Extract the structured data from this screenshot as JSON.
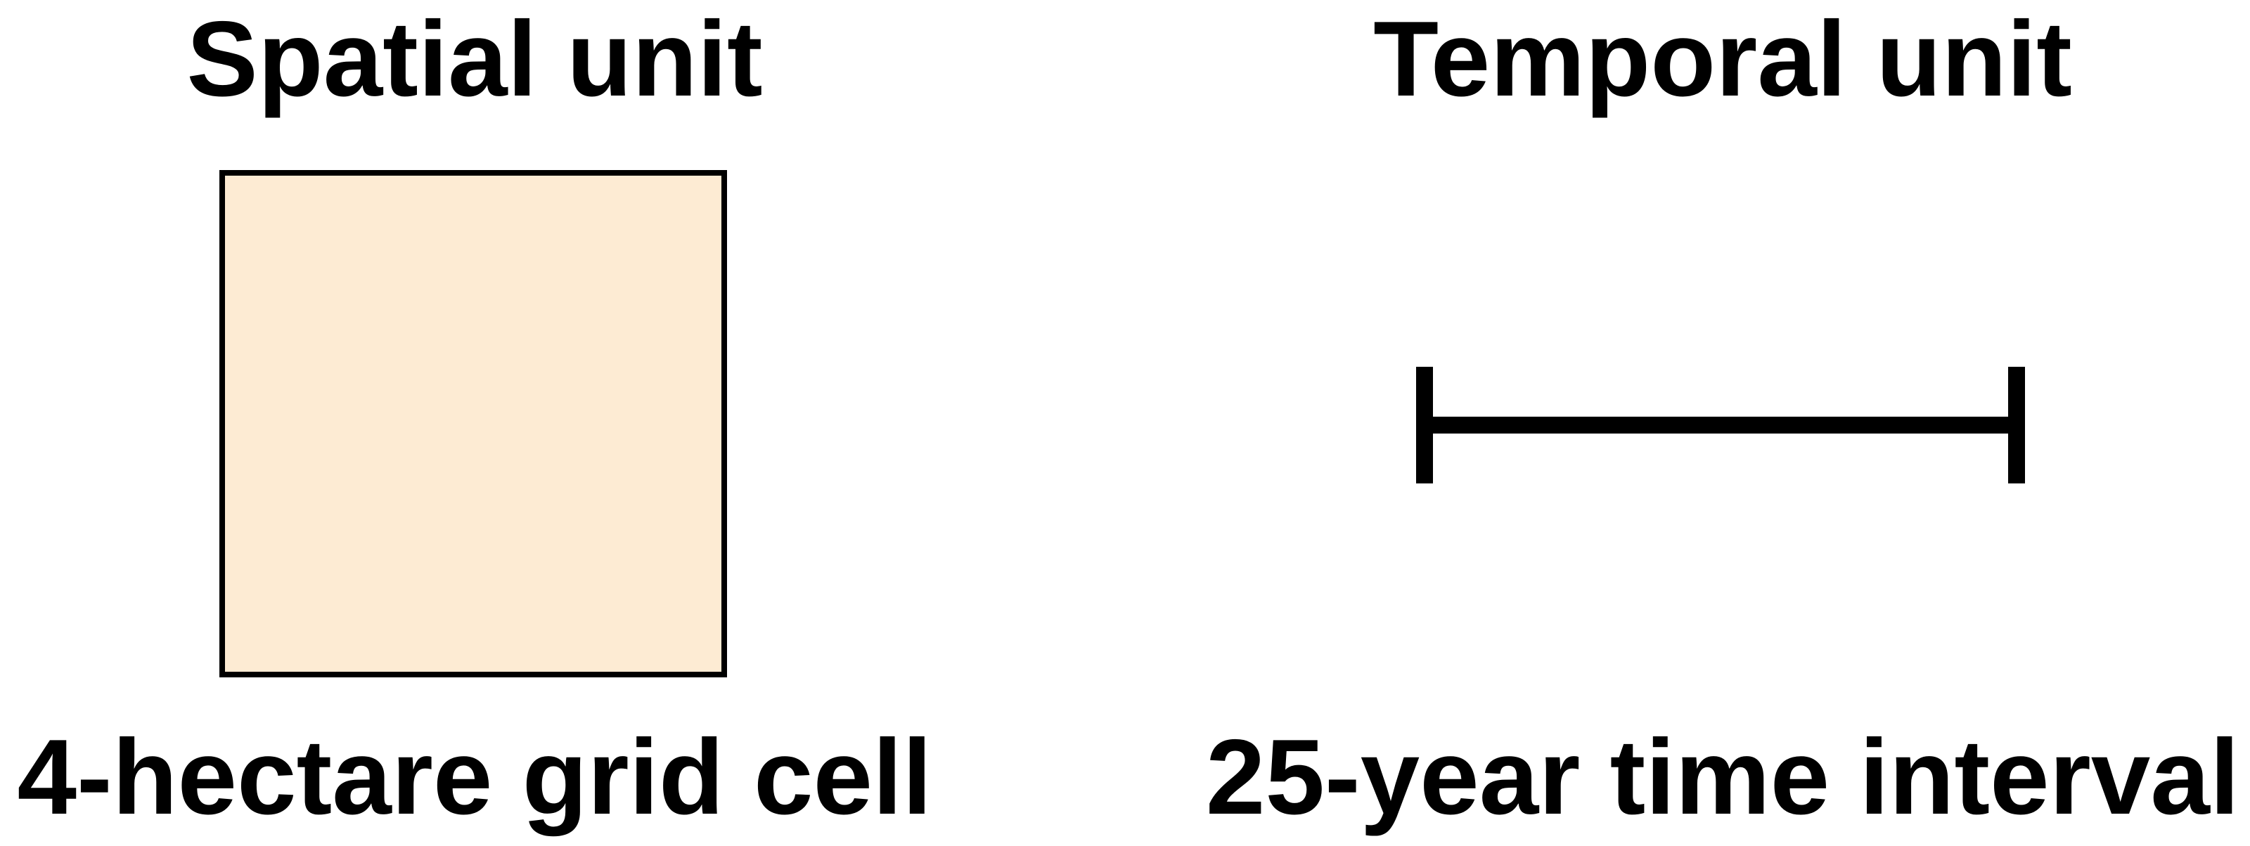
{
  "spatial": {
    "title": "Spatial unit",
    "caption": "4-hectare grid cell",
    "fill_color": "#FDEBD3",
    "stroke_color": "#000000"
  },
  "temporal": {
    "title": "Temporal unit",
    "caption": "25-year time interval",
    "stroke_color": "#000000"
  }
}
